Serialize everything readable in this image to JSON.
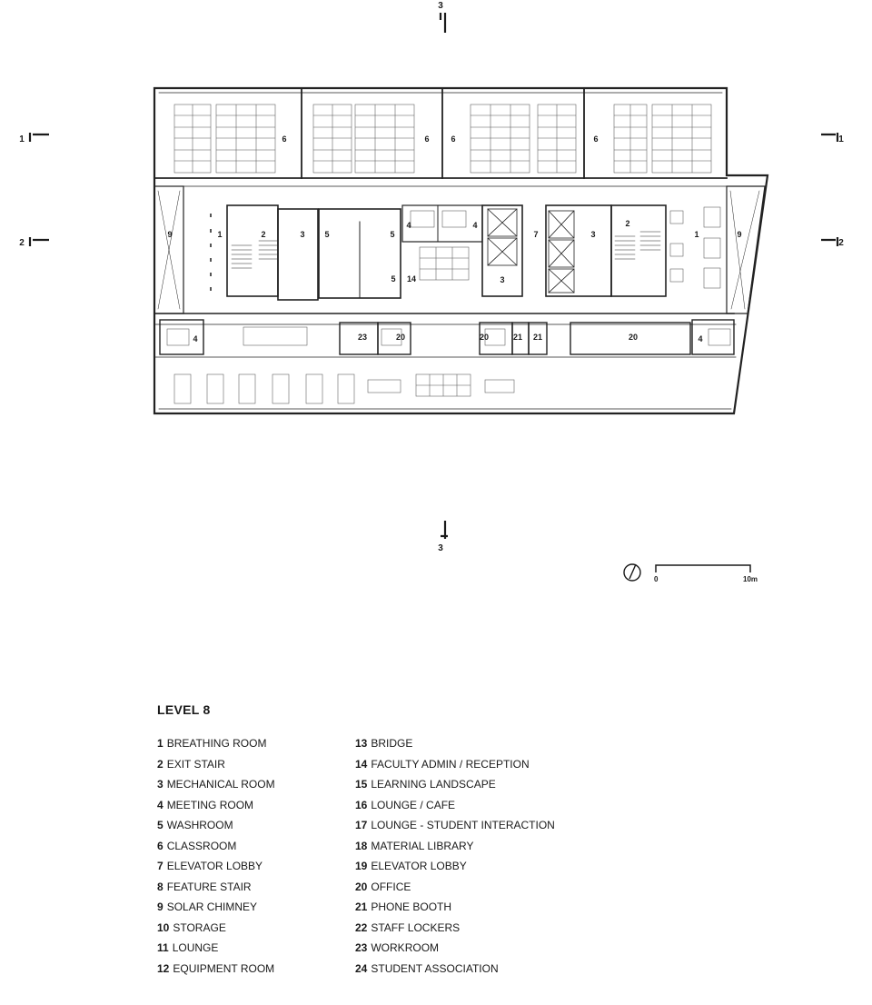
{
  "plan": {
    "section_markers": [
      {
        "id": "marker-3-top",
        "label": "3"
      },
      {
        "id": "marker-3-bottom",
        "label": "3"
      },
      {
        "id": "marker-1-left",
        "label": "1"
      },
      {
        "id": "marker-1-right",
        "label": "1"
      },
      {
        "id": "marker-2-left",
        "label": "2"
      },
      {
        "id": "marker-2-right",
        "label": "2"
      }
    ],
    "room_labels": [
      "6",
      "6",
      "6",
      "6",
      "9",
      "1",
      "2",
      "3",
      "5",
      "5",
      "4",
      "4",
      "14",
      "5",
      "3",
      "7",
      "3",
      "2",
      "1",
      "9",
      "4",
      "23",
      "20",
      "20",
      "21",
      "21",
      "20",
      "4"
    ],
    "scale": {
      "start": "0",
      "end": "10m"
    }
  },
  "legend": {
    "title": "LEVEL 8",
    "left": [
      {
        "num": "1",
        "name": "BREATHING ROOM"
      },
      {
        "num": "2",
        "name": "EXIT STAIR"
      },
      {
        "num": "3",
        "name": "MECHANICAL ROOM"
      },
      {
        "num": "4",
        "name": "MEETING ROOM"
      },
      {
        "num": "5",
        "name": "WASHROOM"
      },
      {
        "num": "6",
        "name": "CLASSROOM"
      },
      {
        "num": "7",
        "name": "ELEVATOR LOBBY"
      },
      {
        "num": "8",
        "name": "FEATURE STAIR"
      },
      {
        "num": "9",
        "name": "SOLAR CHIMNEY"
      },
      {
        "num": "10",
        "name": "STORAGE"
      },
      {
        "num": "11",
        "name": "LOUNGE"
      },
      {
        "num": "12",
        "name": "EQUIPMENT ROOM"
      }
    ],
    "right": [
      {
        "num": "13",
        "name": "BRIDGE"
      },
      {
        "num": "14",
        "name": "FACULTY ADMIN / RECEPTION"
      },
      {
        "num": "15",
        "name": "LEARNING LANDSCAPE"
      },
      {
        "num": "16",
        "name": "LOUNGE / CAFE"
      },
      {
        "num": "17",
        "name": "LOUNGE - STUDENT INTERACTION"
      },
      {
        "num": "18",
        "name": "MATERIAL LIBRARY"
      },
      {
        "num": "19",
        "name": "ELEVATOR LOBBY"
      },
      {
        "num": "20",
        "name": "OFFICE"
      },
      {
        "num": "21",
        "name": "PHONE BOOTH"
      },
      {
        "num": "22",
        "name": "STAFF LOCKERS"
      },
      {
        "num": "23",
        "name": "WORKROOM"
      },
      {
        "num": "24",
        "name": "STUDENT ASSOCIATION"
      }
    ]
  }
}
